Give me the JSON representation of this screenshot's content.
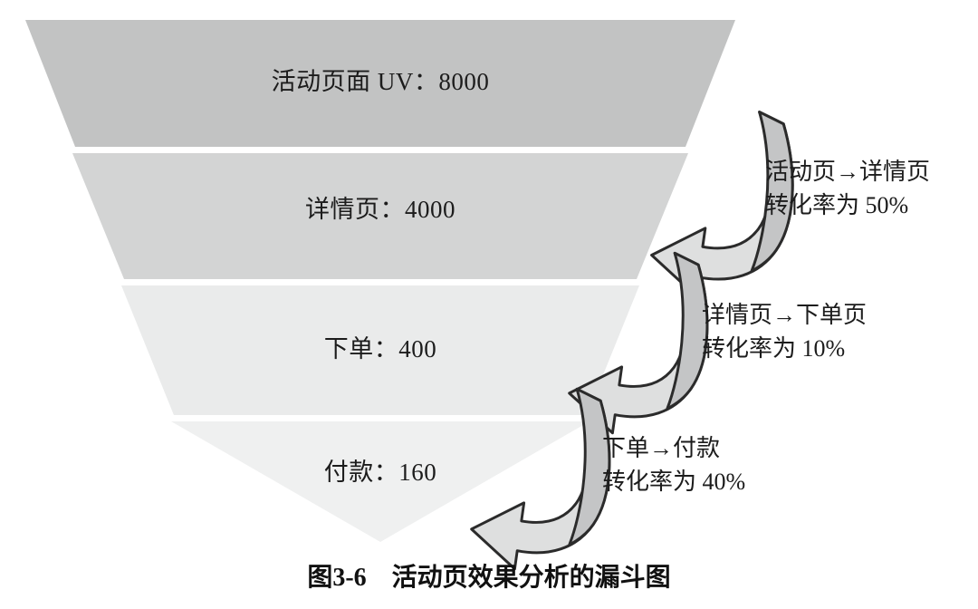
{
  "figure": {
    "caption": "图3-6　活动页效果分析的漏斗图",
    "caption_number": "图3-6",
    "caption_title": "活动页效果分析的漏斗图"
  },
  "chart_data": {
    "type": "bar",
    "chart_kind": "funnel",
    "title": "活动页效果分析的漏斗图",
    "xlabel": "",
    "ylabel": "",
    "categories": [
      "活动页面 UV",
      "详情页",
      "下单",
      "付款"
    ],
    "values": [
      8000,
      4000,
      400,
      160
    ],
    "labels": [
      "活动页面 UV：8000",
      "详情页：4000",
      "下单：400",
      "付款：160"
    ],
    "band_colors": [
      "#c2c3c3",
      "#d3d4d4",
      "#eaebeb",
      "#eff0f0"
    ],
    "annotations": [
      {
        "from": "活动页",
        "to": "详情页",
        "transition": "活动页→详情页",
        "rate_text": "转化率为 50%",
        "rate": 50
      },
      {
        "from": "详情页",
        "to": "下单页",
        "transition": "详情页→下单页",
        "rate_text": "转化率为 10%",
        "rate": 10
      },
      {
        "from": "下单",
        "to": "付款",
        "transition": "下单→付款",
        "rate_text": "转化率为 40%",
        "rate": 40
      }
    ],
    "legend": [],
    "grid": false
  },
  "colors": {
    "background": "#ffffff",
    "text": "#1c1c1c",
    "arrow_fill_dark": "#c9cacb",
    "arrow_fill_light": "#e9eaea",
    "arrow_stroke": "#2b2b2b"
  }
}
